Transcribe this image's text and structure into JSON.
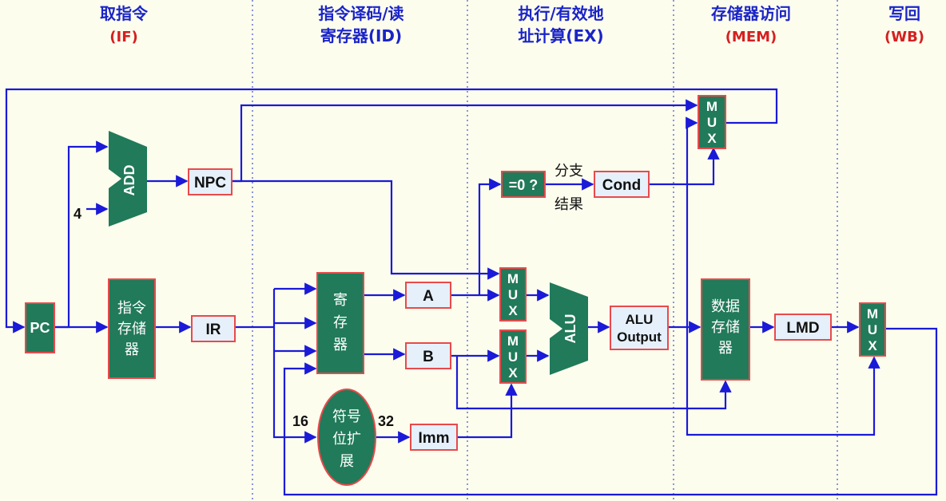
{
  "stages": [
    {
      "title": [
        "取指令"
      ],
      "abbr": "(IF)"
    },
    {
      "title": [
        "指令译码/读",
        "寄存器(ID)"
      ],
      "abbr": ""
    },
    {
      "title": [
        "执行/有效地",
        "址计算(EX)"
      ],
      "abbr": ""
    },
    {
      "title": [
        "存储器访问"
      ],
      "abbr": "(MEM)"
    },
    {
      "title": [
        "写回"
      ],
      "abbr": "(WB)"
    }
  ],
  "blocks": {
    "pc": "PC",
    "add": "ADD",
    "const_four": "4",
    "npc": "NPC",
    "instruction_memory": [
      "指令",
      "存储",
      "器"
    ],
    "ir": "IR",
    "registers": [
      "寄",
      "存",
      "器"
    ],
    "a": "A",
    "b": "B",
    "imm": "Imm",
    "sign_extend": [
      "符号",
      "位扩",
      "展"
    ],
    "width_in": "16",
    "width_out": "32",
    "zero_test": "=0 ?",
    "branch_label_top": "分支",
    "branch_label_bottom": "结果",
    "cond": "Cond",
    "mux": [
      "M",
      "U",
      "X"
    ],
    "alu": "ALU",
    "alu_output": [
      "ALU",
      "Output"
    ],
    "data_memory": [
      "数据",
      "存储",
      "器"
    ],
    "lmd": "LMD"
  },
  "colors": {
    "background": "#fdfdee",
    "block_fill": "#217a5a",
    "register_fill": "#e6f0fa",
    "border": "#e84a4a",
    "wire": "#1a1ad8",
    "stage_title": "#1a24c8",
    "stage_abbr": "#d42020"
  }
}
